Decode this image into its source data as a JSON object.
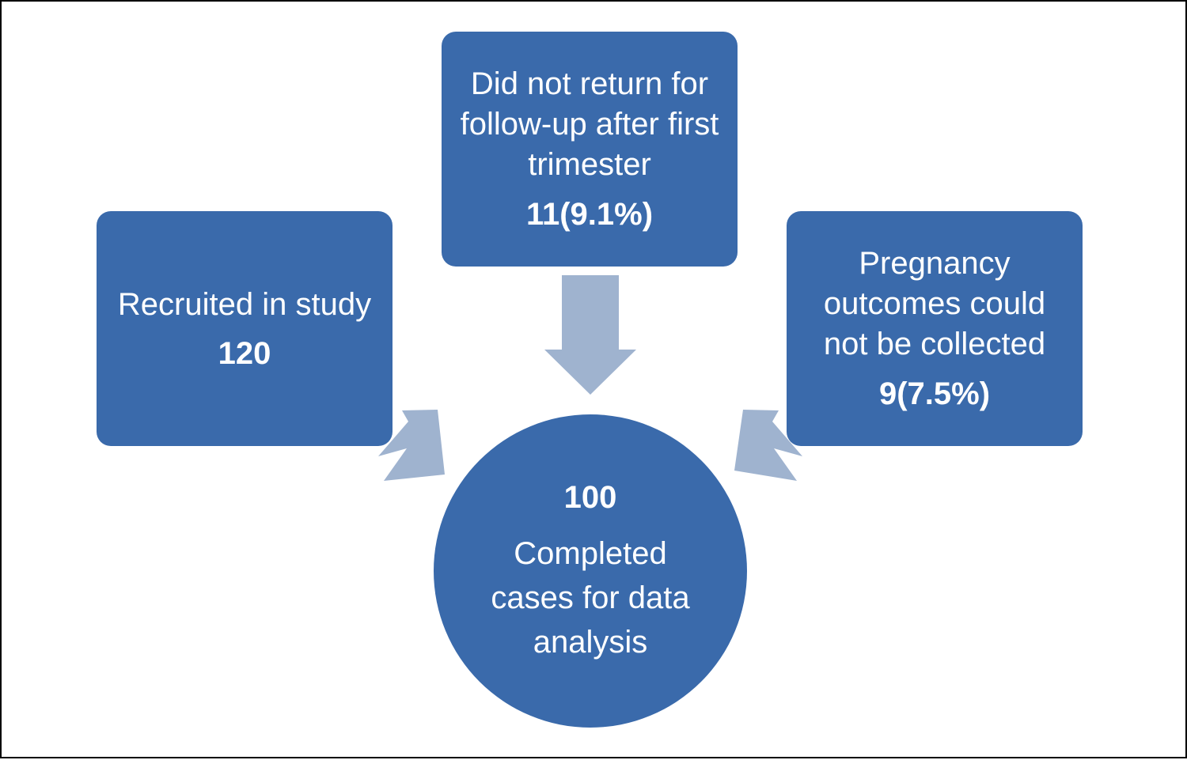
{
  "colors": {
    "box_fill": "#3a6aab",
    "arrow_fill": "#9fb3cf",
    "text": "#ffffff",
    "border": "#000000"
  },
  "nodes": {
    "recruited": {
      "label": "Recruited in study",
      "count": "120"
    },
    "lost_followup": {
      "label": "Did not return for follow-up after first trimester",
      "count": "11(9.1%)"
    },
    "outcomes_missing": {
      "label": "Pregnancy outcomes could not be collected",
      "count": "9(7.5%)"
    },
    "completed": {
      "count": "100",
      "label": "Completed cases for data analysis"
    }
  },
  "edges": [
    {
      "from": "recruited",
      "to": "completed"
    },
    {
      "from": "lost_followup",
      "to": "completed"
    },
    {
      "from": "outcomes_missing",
      "to": "completed"
    }
  ]
}
